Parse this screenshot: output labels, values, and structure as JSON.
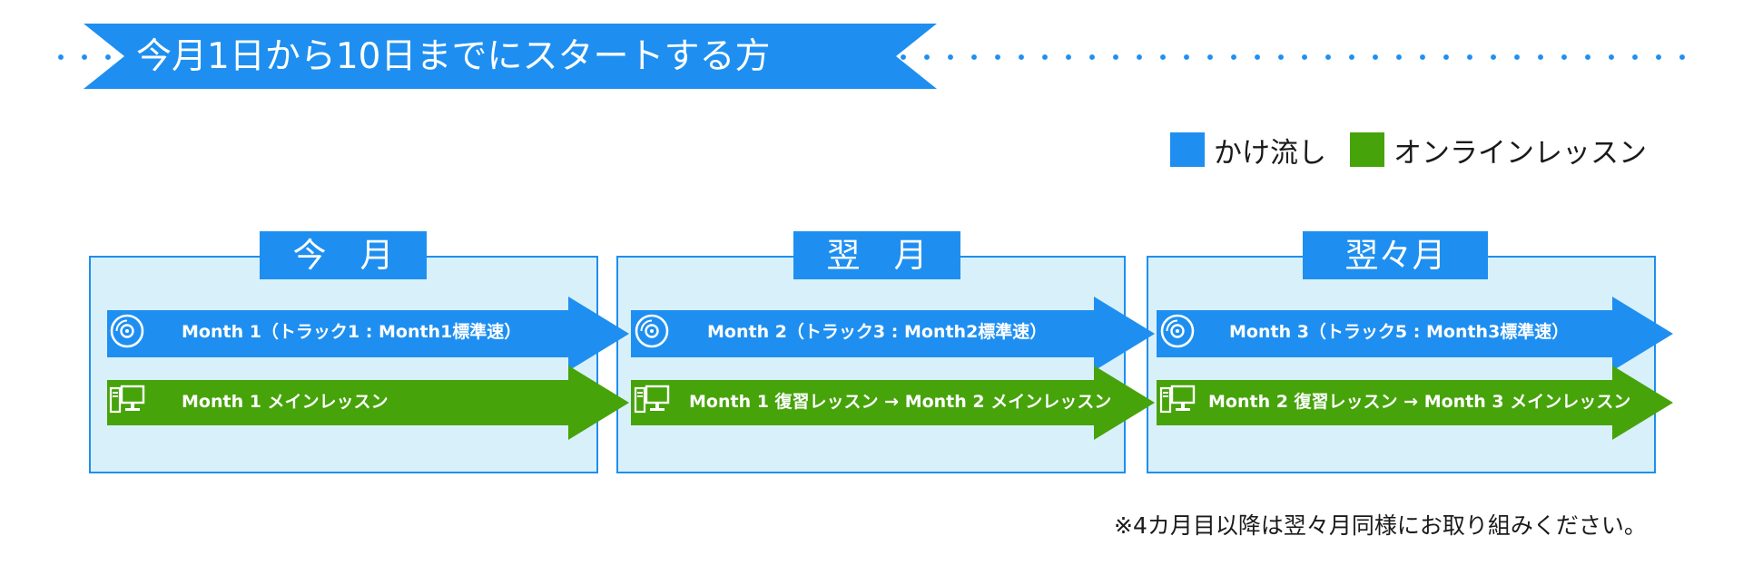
{
  "header": {
    "title": "今月1日から10日までにスタートする方",
    "color": "#1e8ff0"
  },
  "legend": {
    "items": [
      {
        "label": "かけ流し",
        "color": "#1e8ff0"
      },
      {
        "label": "オンラインレッスン",
        "color": "#46a30a"
      }
    ]
  },
  "panels": [
    {
      "tab": "今　月",
      "rows": [
        {
          "type": "かけ流し",
          "icon": "disc-icon",
          "text": "Month 1（トラック1 : Month1標準速）"
        },
        {
          "type": "オンラインレッスン",
          "icon": "computer-icon",
          "text": "Month 1 メインレッスン"
        }
      ]
    },
    {
      "tab": "翌　月",
      "rows": [
        {
          "type": "かけ流し",
          "icon": "disc-icon",
          "text": "Month 2（トラック3 : Month2標準速）"
        },
        {
          "type": "オンラインレッスン",
          "icon": "computer-icon",
          "text": "Month 1 復習レッスン → Month 2 メインレッスン"
        }
      ]
    },
    {
      "tab": "翌々月",
      "rows": [
        {
          "type": "かけ流し",
          "icon": "disc-icon",
          "text": "Month 3（トラック5 : Month3標準速）"
        },
        {
          "type": "オンラインレッスン",
          "icon": "computer-icon",
          "text": "Month 2 復習レッスン → Month 3 メインレッスン"
        }
      ]
    }
  ],
  "note": "※4カ月目以降は翌々月同様にお取り組みください。",
  "colors": {
    "blue": "#1e8ff0",
    "green": "#46a30a",
    "panel_bg": "#d8f0fa"
  }
}
